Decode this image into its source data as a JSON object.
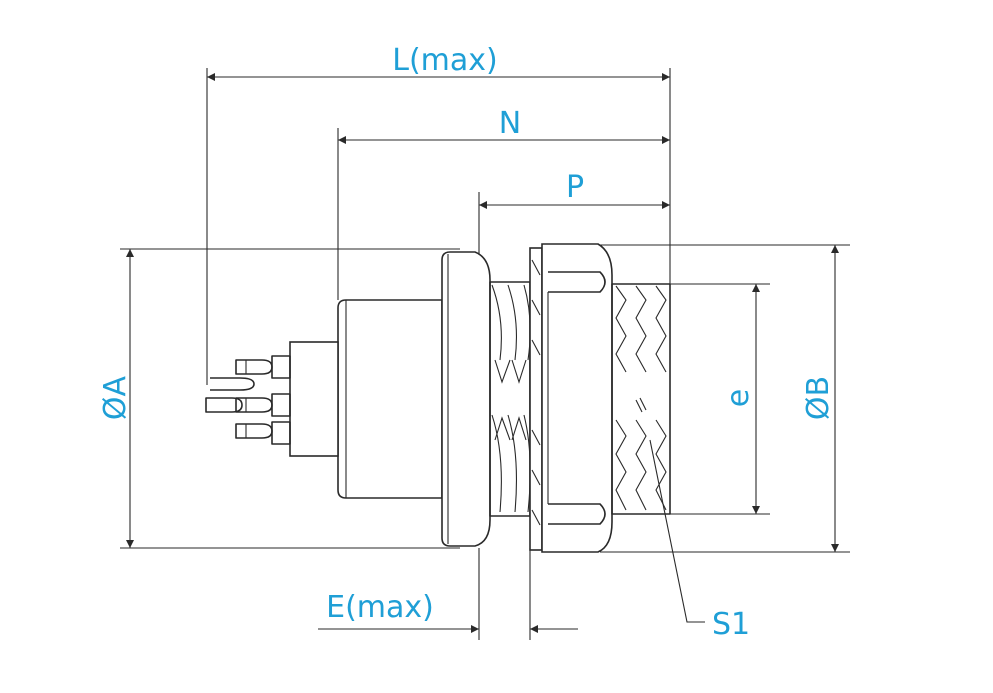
{
  "labels": {
    "length_max": "L(max)",
    "n": "N",
    "p": "P",
    "diameter_a": "ØA",
    "diameter_b": "ØB",
    "e": "e",
    "e_max": "E(max)",
    "s1": "S1"
  },
  "colors": {
    "dimension_text": "#1f9fd6",
    "line": "#2a2a2a"
  }
}
